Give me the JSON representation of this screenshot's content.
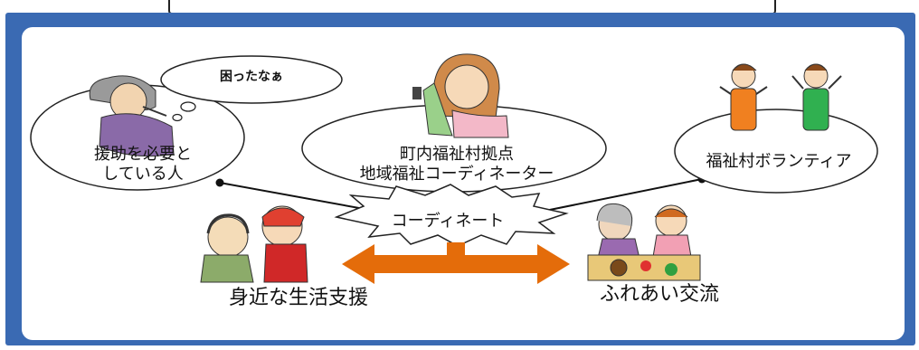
{
  "nodes": {
    "needs_help": "援助を必要と\nしている人",
    "speech": "困ったなぁ",
    "center": "町内福祉村拠点\n地域福祉コーディネーター",
    "volunteer": "福祉村ボランティア",
    "coordinate": "コーディネート",
    "daily_support": "身近な生活支援",
    "exchange": "ふれあい交流"
  },
  "colors": {
    "frame": "#3a6ab3",
    "arrow": "#e46c0a",
    "line": "#111111"
  },
  "icons": [
    "elderly-person-illustration",
    "coordinator-illustration",
    "volunteers-illustration",
    "caregiver-illustration",
    "crafts-illustration"
  ]
}
